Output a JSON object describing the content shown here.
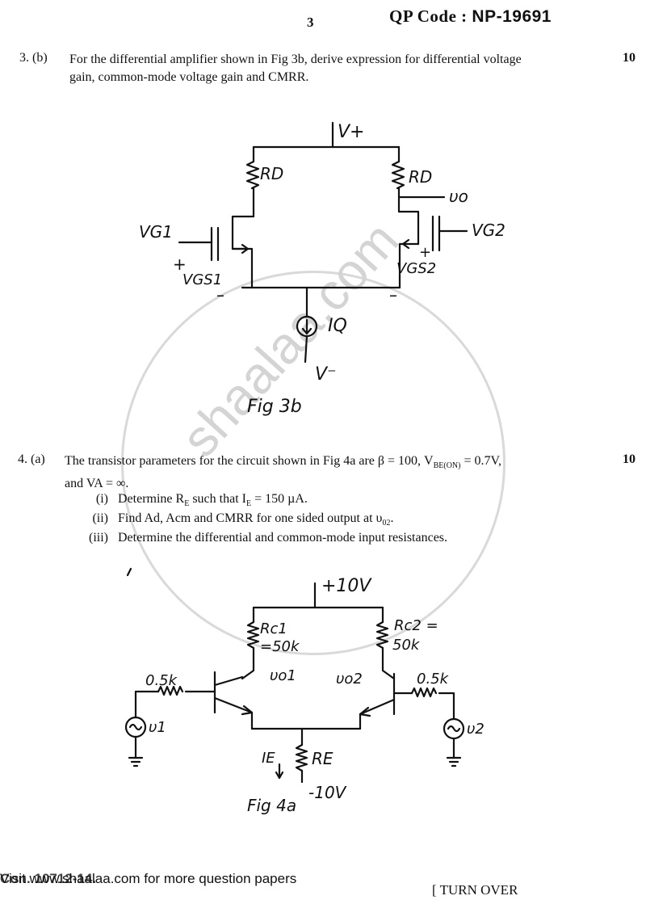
{
  "header": {
    "page_number": "3",
    "qp_code_label": "QP Code :",
    "qp_code_value": "NP-19691"
  },
  "q3": {
    "number": "3. (b)",
    "text_line1": "For the differential amplifier shown in Fig 3b, derive expression for differential voltage",
    "text_line2": "gain, common-mode voltage gain and CMRR.",
    "marks": "10"
  },
  "fig3b": {
    "v_plus": "V+",
    "rd1": "RD",
    "rd2": "RD",
    "vo": "υo",
    "vg1": "VG1",
    "vg2": "VG2",
    "vgs1": "VGS1",
    "vgs2": "VGS2",
    "plus1": "+",
    "minus1": "–",
    "plus2": "+",
    "minus2": "–",
    "iq": "IQ",
    "v_minus": "V⁻",
    "caption": "Fig 3b"
  },
  "q4": {
    "number": "4. (a)",
    "line1_a": "The transistor parameters for the circuit shown in Fig 4a are β = 100, V",
    "line1_sub": "BE(ON)",
    "line1_b": " = 0.7V,",
    "line2": "and VA = ∞.",
    "marks": "10",
    "sub_items": [
      {
        "label": "(i)",
        "text_a": "Determine R",
        "sub": "E",
        "text_b": " such that I",
        "sub2": "E",
        "text_c": " = 150 µA."
      },
      {
        "label": "(ii)",
        "text_a": "Find Ad, Acm and CMRR for one sided output at υ",
        "sub": "02",
        "text_b": "."
      },
      {
        "label": "(iii)",
        "text_a": "Determine the differential and common-mode input resistances."
      }
    ]
  },
  "fig4a": {
    "v_plus": "+10V",
    "rc1_a": "Rc1",
    "rc1_b": "=50k",
    "rc2_a": "Rc2 =",
    "rc2_b": "50k",
    "vo1": "υo1",
    "vo2": "υo2",
    "rs1": "0.5k",
    "rs2": "0.5k",
    "v1": "υ1",
    "v2": "υ2",
    "ie": "IE",
    "re": "RE",
    "v_minus": "-10V",
    "caption": "Fig 4a"
  },
  "watermark": {
    "text": "shaalaa.com"
  },
  "footer": {
    "left_text": "Visit www.shaalaa.com for more question papers",
    "ghost_text": "Con. 10712-14.",
    "right_text": "[ TURN OVER"
  }
}
